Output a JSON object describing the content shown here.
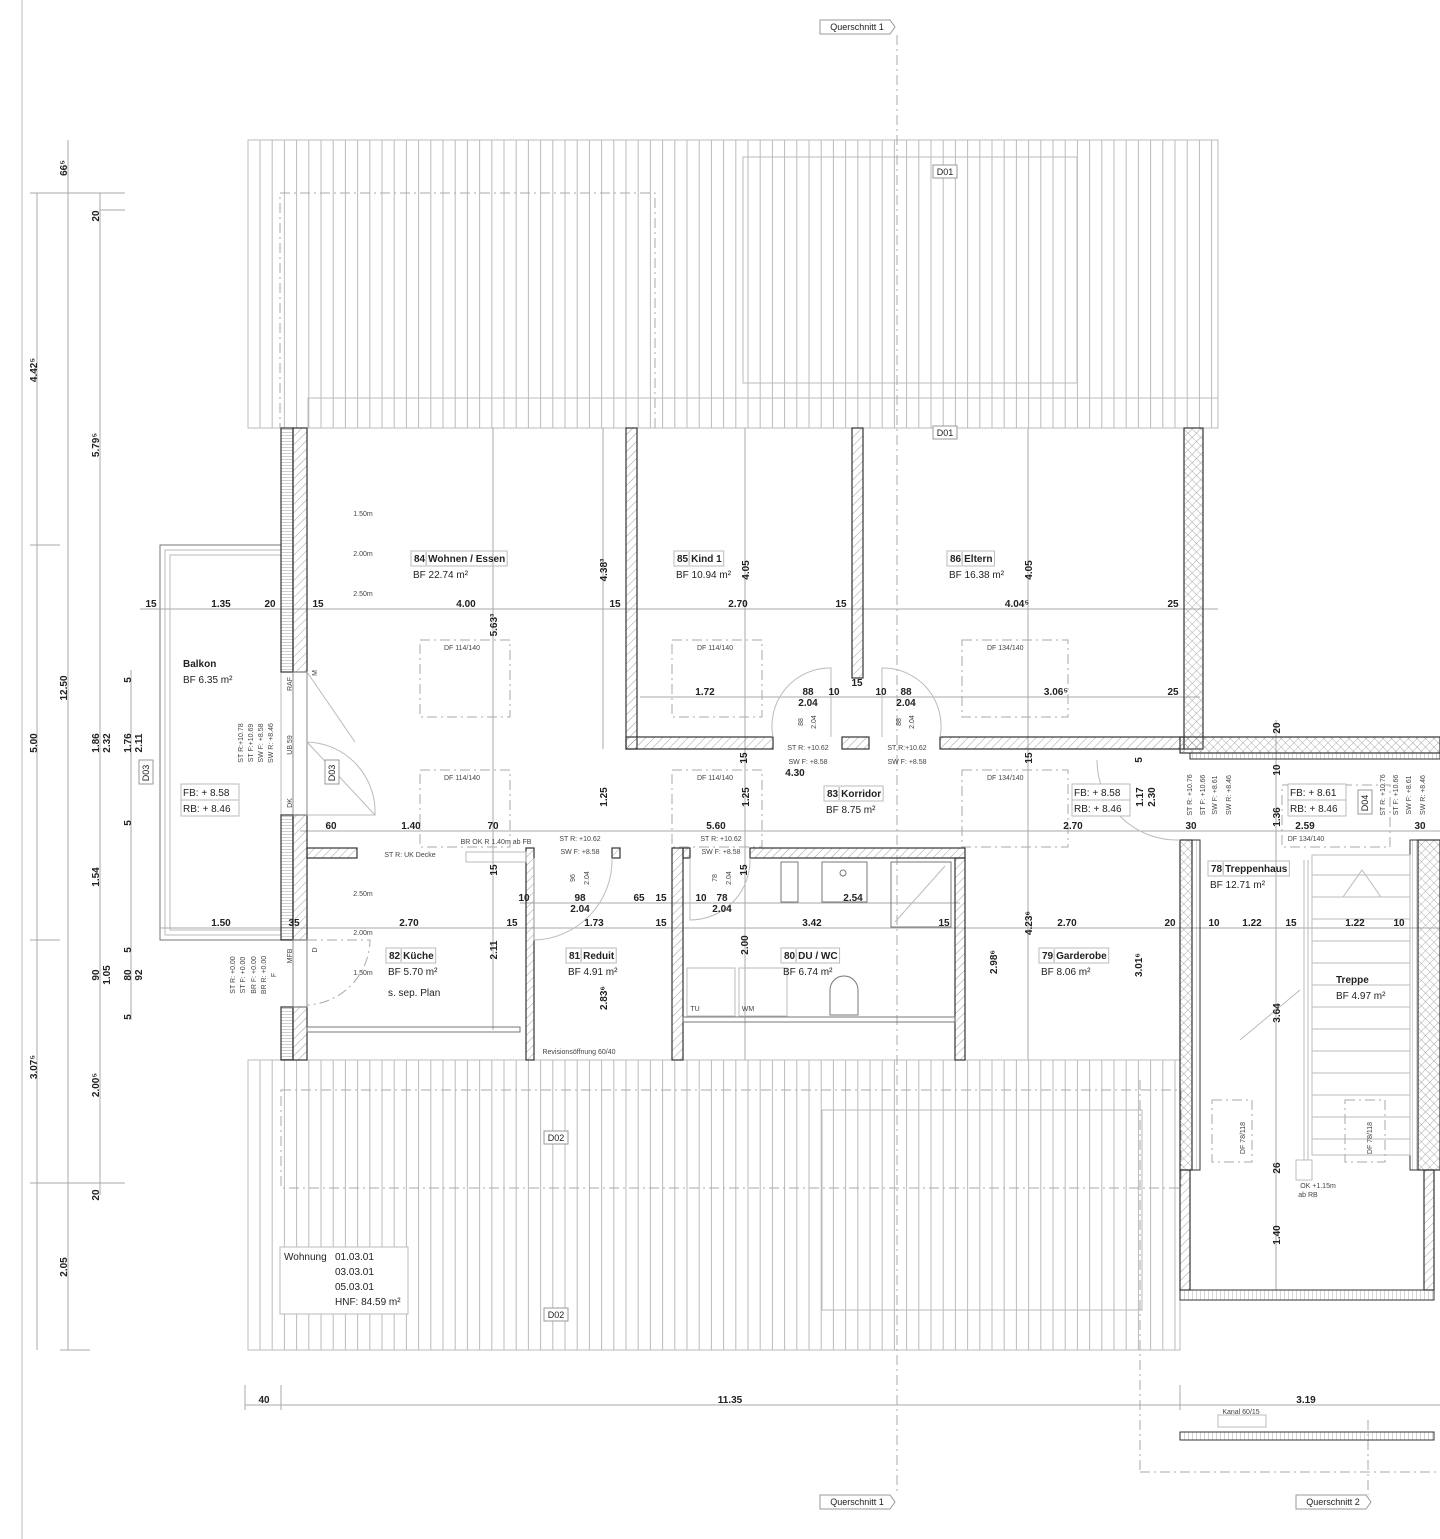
{
  "section_markers": [
    "Querschnitt 1",
    "Querschnitt 1",
    "Querschnitt 2"
  ],
  "door_tags": [
    "D01",
    "D01",
    "D02",
    "D02",
    "D03",
    "D03",
    "D04"
  ],
  "rooms": [
    {
      "number": "84",
      "name": "Wohnen / Essen",
      "area": "BF 22.74 m²"
    },
    {
      "number": "85",
      "name": "Kind 1",
      "area": "BF 10.94 m²"
    },
    {
      "number": "86",
      "name": "Eltern",
      "area": "BF 16.38 m²"
    },
    {
      "number": "83",
      "name": "Korridor",
      "area": "BF 8.75 m²"
    },
    {
      "number": "82",
      "name": "Küche",
      "area": "BF 5.70 m²",
      "note": "s. sep. Plan"
    },
    {
      "number": "81",
      "name": "Reduit",
      "area": "BF 4.91 m²"
    },
    {
      "number": "80",
      "name": "DU / WC",
      "area": "BF 6.74 m²"
    },
    {
      "number": "79",
      "name": "Garderobe",
      "area": "BF 8.06 m²"
    },
    {
      "number": "78",
      "name": "Treppenhaus",
      "area": "BF 12.71 m²"
    },
    {
      "number": "",
      "name": "Treppe",
      "area": "BF 4.97 m²"
    },
    {
      "number": "",
      "name": "Balkon",
      "area": "BF 6.35 m²"
    }
  ],
  "level_boxes": [
    {
      "fb": "FB: + 8.58",
      "rb": "RB: + 8.46"
    },
    {
      "fb": "FB: + 8.58",
      "rb": "RB: + 8.46"
    },
    {
      "fb": "FB: + 8.61",
      "rb": "RB: + 8.46"
    }
  ],
  "summary": {
    "label": "Wohnung",
    "units": [
      "01.03.01",
      "03.03.01",
      "05.03.01"
    ],
    "hnf": "HNF: 84.59 m²"
  },
  "dimensions": [
    "15",
    "1.35",
    "20",
    "15",
    "4.00",
    "15",
    "2.70",
    "15",
    "4.04⁵",
    "25",
    "1.72",
    "88",
    "10",
    "15",
    "10",
    "88",
    "3.06⁵",
    "25",
    "2.04",
    "2.04",
    "4.30",
    "60",
    "1.40",
    "70",
    "5.60",
    "2.70",
    "30",
    "2.59",
    "30",
    "10",
    "98",
    "65",
    "15",
    "10",
    "78",
    "2.54",
    "2.04",
    "2.04",
    "1.50",
    "35",
    "2.70",
    "15",
    "1.73",
    "15",
    "3.42",
    "15",
    "2.70",
    "20",
    "10",
    "1.22",
    "15",
    "1.22",
    "10",
    "40",
    "11.35",
    "3.19",
    "4.38³",
    "5.63³",
    "4.05",
    "4.05",
    "15",
    "15",
    "1.25",
    "1.25",
    "5",
    "1.17",
    "2.30",
    "20",
    "10",
    "1.36",
    "3.64",
    "26",
    "1.40",
    "15",
    "2.11",
    "2.83⁶",
    "2.00",
    "2.98⁶",
    "4.23⁶",
    "3.01⁶",
    "15",
    "66⁵",
    "20",
    "4.42⁵",
    "5.79⁵",
    "12.50",
    "5.00",
    "1.86",
    "2.32",
    "1.76",
    "2.11",
    "5",
    "5",
    "1.54",
    "5",
    "90",
    "1.05",
    "80",
    "92",
    "5",
    "3.07⁵",
    "2.00⁵",
    "20",
    "2.05"
  ],
  "annotations": [
    "1.50m",
    "2.00m",
    "2.50m",
    "DF 114/140",
    "DF 114/140",
    "DF 134/140",
    "DF 114/140",
    "DF 114/140",
    "DF 134/140",
    "ST R: +10.62",
    "SW F:  +8.58",
    "ST R:+10.62",
    "SW F:  +8.58",
    "BR OK R 1.40m ab FB",
    "ST R: UK Decke",
    "ST R: +10.62",
    "SW F:  +8.58",
    "ST R: +10.62",
    "SW F:  +8.58",
    "2.50m",
    "2.00m",
    "1.50m",
    "Revisionsöffnung 60/40",
    "TU",
    "WM",
    "DF 134/140",
    "OK +1.15m",
    "ab RB",
    "Kanal 60/15",
    "DF 78/118",
    "DF 78/118",
    "ST R:+10.78",
    "ST F:+10.69",
    "SW F: +8.58",
    "SW R: +8.46",
    "RAF",
    "UB 59",
    "DK",
    "M",
    "MFB",
    "D",
    "ST R: +0.00",
    "ST F: +0.00",
    "BR F: +0.00",
    "BR R: +0.00",
    "F",
    "ST R: +10.76",
    "ST F: +10.66",
    "SW F:  +8.61",
    "SW R:  +8.46",
    "ST R: +10.76",
    "ST F: +10.66",
    "SW F:  +8.61",
    "SW R:  +8.46",
    "88",
    "2.04",
    "88",
    "2.04",
    "96",
    "2.04",
    "78",
    "2.04"
  ]
}
